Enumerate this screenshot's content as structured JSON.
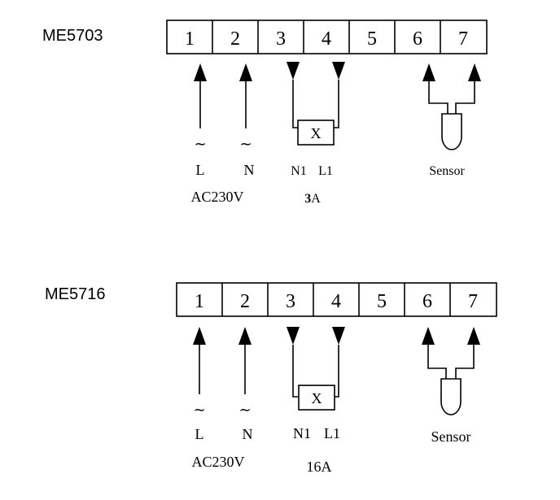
{
  "diagrams": [
    {
      "model": "ME5703",
      "terminals": [
        "1",
        "2",
        "3",
        "4",
        "5",
        "6",
        "7"
      ],
      "labels": {
        "L": "L",
        "N": "N",
        "N1": "N1",
        "L1": "L1",
        "supply": "AC230V",
        "relay_symbol": "X",
        "current_num": "3",
        "current_unit": "A",
        "sensor": "Sensor",
        "ac_symbol": "∼"
      }
    },
    {
      "model": "ME5716",
      "terminals": [
        "1",
        "2",
        "3",
        "4",
        "5",
        "6",
        "7"
      ],
      "labels": {
        "L": "L",
        "N": "N",
        "N1": "N1",
        "L1": "L1",
        "supply": "AC230V",
        "relay_symbol": "X",
        "current": "16A",
        "sensor": "Sensor",
        "ac_symbol": "∼"
      }
    }
  ]
}
